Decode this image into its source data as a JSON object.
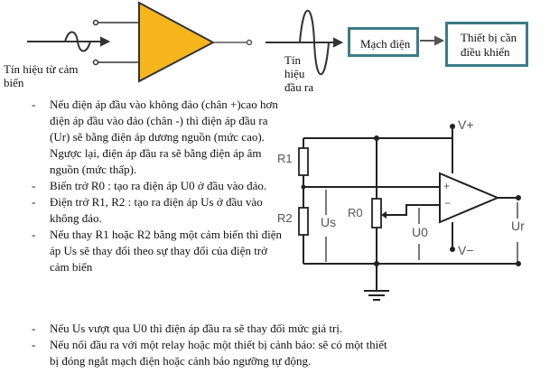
{
  "top_diagram": {
    "input_label_line1": "Tín hiệu từ cảm",
    "input_label_line2": "biến",
    "output_label_line1": "Tín",
    "output_label_line2": "hiệu",
    "output_label_line3": "đầu ra",
    "box_circuit": "Mạch điện",
    "box_device_line1": "Thiết bị cần",
    "box_device_line2": "điều khiển",
    "amp_color": "#f7b51c",
    "box_border_color": "#3d7c86"
  },
  "circuit": {
    "r1": "R1",
    "r2": "R2",
    "r0": "R0",
    "us": "Us",
    "u0": "U0",
    "ur": "Ur",
    "vplus": "V+",
    "vminus": "V−",
    "plus": "+",
    "minus": "−"
  },
  "bullets": [
    {
      "text": "Nếu điện áp đầu vào không đảo (chân +)cao hơn điện áp đầu vào đảo (chân -) thì điện áp đầu ra (Ur) sẽ bằng điện áp dương nguồn (mức cao). Ngược lại, điện áp đầu ra sẽ bằng điện áp âm nguồn (mức thấp)."
    },
    {
      "text": "Biến trở R0 : tạo ra điện áp U0 ở đầu vào đảo."
    },
    {
      "text": "Điện trở R1, R2 : tạo ra điện áp Us ở đầu vào không đảo."
    },
    {
      "text": "Nếu thay R1 hoặc R2 bằng một cảm biến thì điện áp Us sẽ thay đổi theo sự thay đổi của điện trở cảm biến"
    },
    {
      "text": "Nếu Us vượt qua U0 thì điện áp đầu ra sẽ thay đổi mức giá trị."
    },
    {
      "text": "Nếu nối đầu ra với một relay hoặc một thiết bị cảnh báo: sẽ có một thiết bị đóng ngắt mạch điện hoặc cảnh báo ngưỡng tự động."
    }
  ],
  "dash": "-"
}
